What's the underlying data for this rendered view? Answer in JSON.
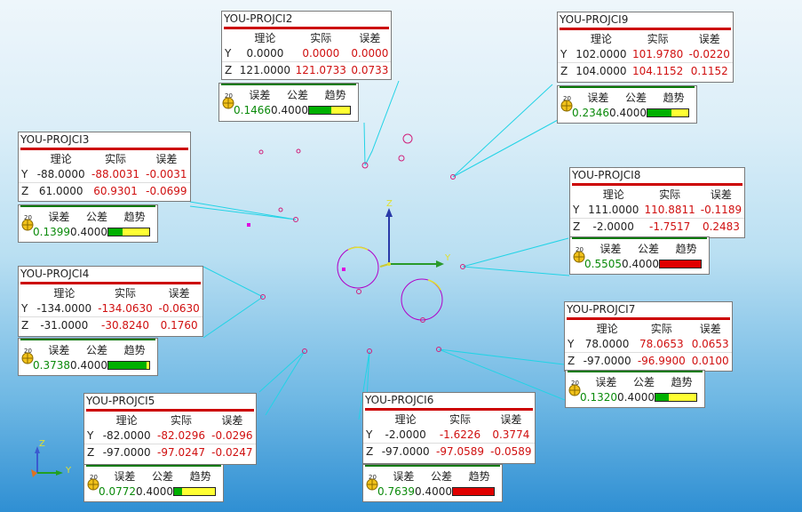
{
  "headers": {
    "nominal": "理论",
    "actual": "实际",
    "error": "误差",
    "deviation": "误差",
    "tolerance": "公差",
    "trend": "趋势"
  },
  "cards": [
    {
      "id": "c2",
      "name": "YOU-PROJCI2",
      "rows": [
        {
          "axis": "Y",
          "nom": "0.0000",
          "act": "0.0000",
          "err": "0.0000"
        },
        {
          "axis": "Z",
          "nom": "121.0000",
          "act": "121.0733",
          "err": "0.0733"
        }
      ],
      "dev": "0.1466",
      "tol": "0.4000",
      "fill": 0.55,
      "fillColor": "#00b000"
    },
    {
      "id": "c9",
      "name": "YOU-PROJCI9",
      "rows": [
        {
          "axis": "Y",
          "nom": "102.0000",
          "act": "101.9780",
          "err": "-0.0220"
        },
        {
          "axis": "Z",
          "nom": "104.0000",
          "act": "104.1152",
          "err": "0.1152"
        }
      ],
      "dev": "0.2346",
      "tol": "0.4000",
      "fill": 0.58,
      "fillColor": "#00b000"
    },
    {
      "id": "c3",
      "name": "YOU-PROJCI3",
      "rows": [
        {
          "axis": "Y",
          "nom": "-88.0000",
          "act": "-88.0031",
          "err": "-0.0031"
        },
        {
          "axis": "Z",
          "nom": "61.0000",
          "act": "60.9301",
          "err": "-0.0699"
        }
      ],
      "dev": "0.1399",
      "tol": "0.4000",
      "fill": 0.35,
      "fillColor": "#00b000"
    },
    {
      "id": "c8",
      "name": "YOU-PROJCI8",
      "rows": [
        {
          "axis": "Y",
          "nom": "111.0000",
          "act": "110.8811",
          "err": "-0.1189"
        },
        {
          "axis": "Z",
          "nom": "-2.0000",
          "act": "-1.7517",
          "err": "0.2483"
        }
      ],
      "dev": "0.5505",
      "tol": "0.4000",
      "fill": 1.0,
      "fillColor": "#e00000"
    },
    {
      "id": "c4",
      "name": "YOU-PROJCI4",
      "rows": [
        {
          "axis": "Y",
          "nom": "-134.0000",
          "act": "-134.0630",
          "err": "-0.0630"
        },
        {
          "axis": "Z",
          "nom": "-31.0000",
          "act": "-30.8240",
          "err": "0.1760"
        }
      ],
      "dev": "0.3738",
      "tol": "0.4000",
      "fill": 0.93,
      "fillColor": "#00b000"
    },
    {
      "id": "c7",
      "name": "YOU-PROJCI7",
      "rows": [
        {
          "axis": "Y",
          "nom": "78.0000",
          "act": "78.0653",
          "err": "0.0653"
        },
        {
          "axis": "Z",
          "nom": "-97.0000",
          "act": "-96.9900",
          "err": "0.0100"
        }
      ],
      "dev": "0.1320",
      "tol": "0.4000",
      "fill": 0.33,
      "fillColor": "#00b000"
    },
    {
      "id": "c5",
      "name": "YOU-PROJCI5",
      "rows": [
        {
          "axis": "Y",
          "nom": "-82.0000",
          "act": "-82.0296",
          "err": "-0.0296"
        },
        {
          "axis": "Z",
          "nom": "-97.0000",
          "act": "-97.0247",
          "err": "-0.0247"
        }
      ],
      "dev": "0.0772",
      "tol": "0.4000",
      "fill": 0.19,
      "fillColor": "#00b000"
    },
    {
      "id": "c6",
      "name": "YOU-PROJCI6",
      "rows": [
        {
          "axis": "Y",
          "nom": "-2.0000",
          "act": "-1.6226",
          "err": "0.3774"
        },
        {
          "axis": "Z",
          "nom": "-97.0000",
          "act": "-97.0589",
          "err": "-0.0589"
        }
      ],
      "dev": "0.7639",
      "tol": "0.4000",
      "fill": 1.0,
      "fillColor": "#e00000"
    }
  ],
  "triad": {
    "z": "Z",
    "y": "Y"
  },
  "mini_triad": {
    "z": "Z",
    "y": "Y"
  },
  "tol_icon_label": "20"
}
